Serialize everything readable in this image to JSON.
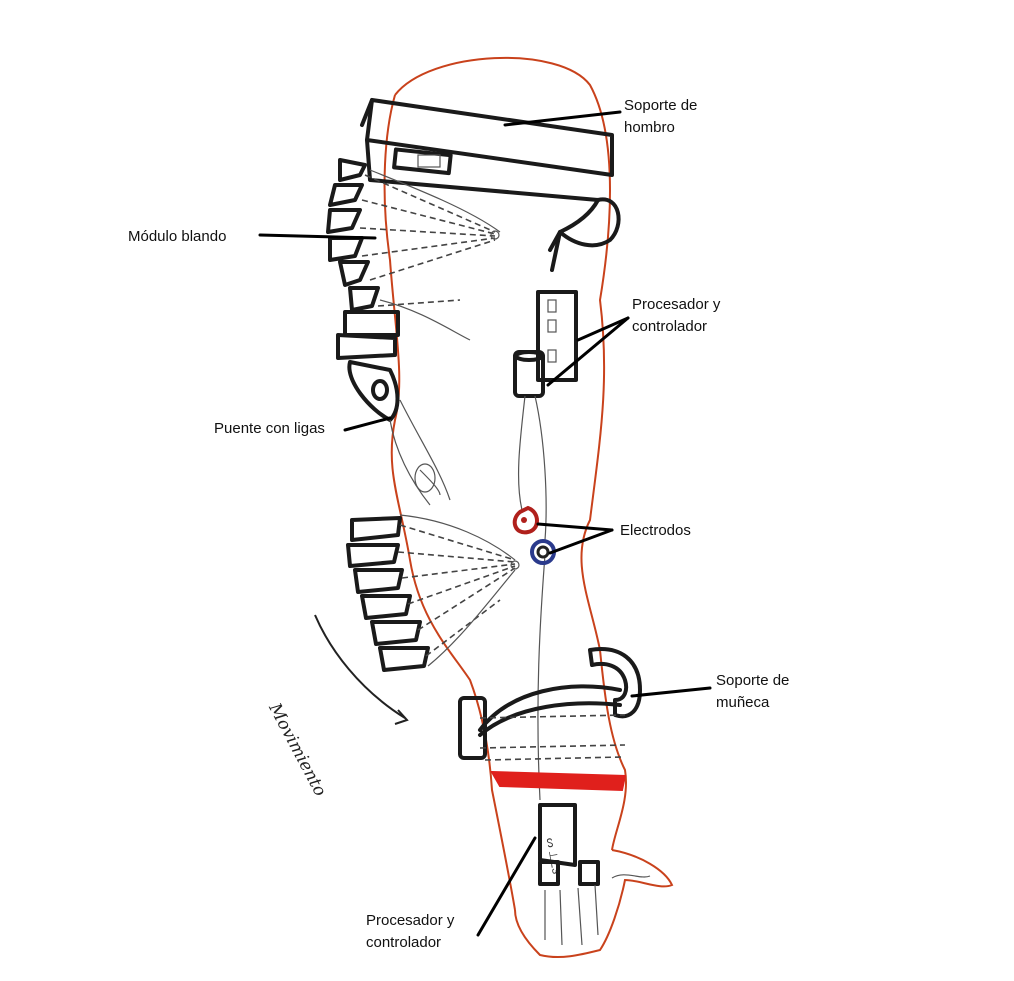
{
  "labels": {
    "shoulder_support": [
      "Soporte de",
      "hombro"
    ],
    "soft_module": "Módulo blando",
    "processor_top": [
      "Procesador y",
      "controlador"
    ],
    "bridge": "Puente con ligas",
    "electrodes": "Electrodos",
    "wrist_support": [
      "Soporte de",
      "muñeca"
    ],
    "processor_bottom": [
      "Procesador y",
      "controlador"
    ]
  },
  "handwritten_note": "Movimiento",
  "colors": {
    "ink": "#1a1a1a",
    "arm_outline": "#c9421c",
    "wrist_band": "#e0201c",
    "electrode_red": "#b0201c",
    "electrode_blue": "#2a3a8c"
  }
}
